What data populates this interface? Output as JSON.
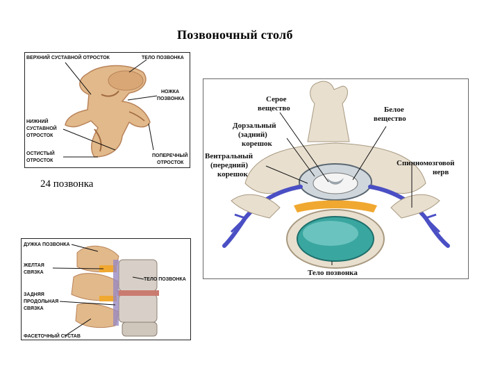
{
  "slide": {
    "title": "Позвоночный столб",
    "caption": "24 позвонка"
  },
  "panel_top_left": {
    "labels": {
      "upper_process_1": "ВЕРХНИЙ СУСТАВНОЙ ОТРОСТОК",
      "body": "ТЕЛО ПОЗВОНКА",
      "pedicle_1": "НОЖКА",
      "pedicle_2": "ПОЗВОНКА",
      "lower_process_1": "НИЖНИЙ",
      "lower_process_2": "СУСТАВНОЙ",
      "lower_process_3": "ОТРОСТОК",
      "spinous_1": "ОСТИСТЫЙ",
      "spinous_2": "ОТРОСТОК",
      "transverse_1": "ПОПЕРЕЧНЫЙ",
      "transverse_2": "ОТРОСТОК"
    }
  },
  "panel_bottom_left": {
    "labels": {
      "arch": "ДУЖКА ПОЗВОНКА",
      "yellow_1": "ЖЕЛТАЯ",
      "yellow_2": "СВЯЗКА",
      "body": "ТЕЛО ПОЗВОНКА",
      "posterior_1": "ЗАДНЯЯ",
      "posterior_2": "ПРОДОЛЬНАЯ",
      "posterior_3": "СВЯЗКА",
      "facet": "ФАСЕТОЧНЫЙ СУСТАВ"
    }
  },
  "panel_right": {
    "labels": {
      "grey_1": "Серое",
      "grey_2": "вещество",
      "white_1": "Белое",
      "white_2": "вещество",
      "dorsal_1": "Дорзальный",
      "dorsal_2": "(задний)",
      "dorsal_3": "корешок",
      "ventral_1": "Вентральный",
      "ventral_2": "(передний)",
      "ventral_3": "корешок",
      "nerve_1": "Спинномозговой",
      "nerve_2": "нерв",
      "body": "Тело позвонка"
    }
  },
  "colors": {
    "bone": "#e2b98a",
    "bone_dark": "#b8835a",
    "disc": "#3aa6a0",
    "nerve": "#4a4fc4",
    "ligament": "#f0a830",
    "background_panel": "#ffffff"
  }
}
